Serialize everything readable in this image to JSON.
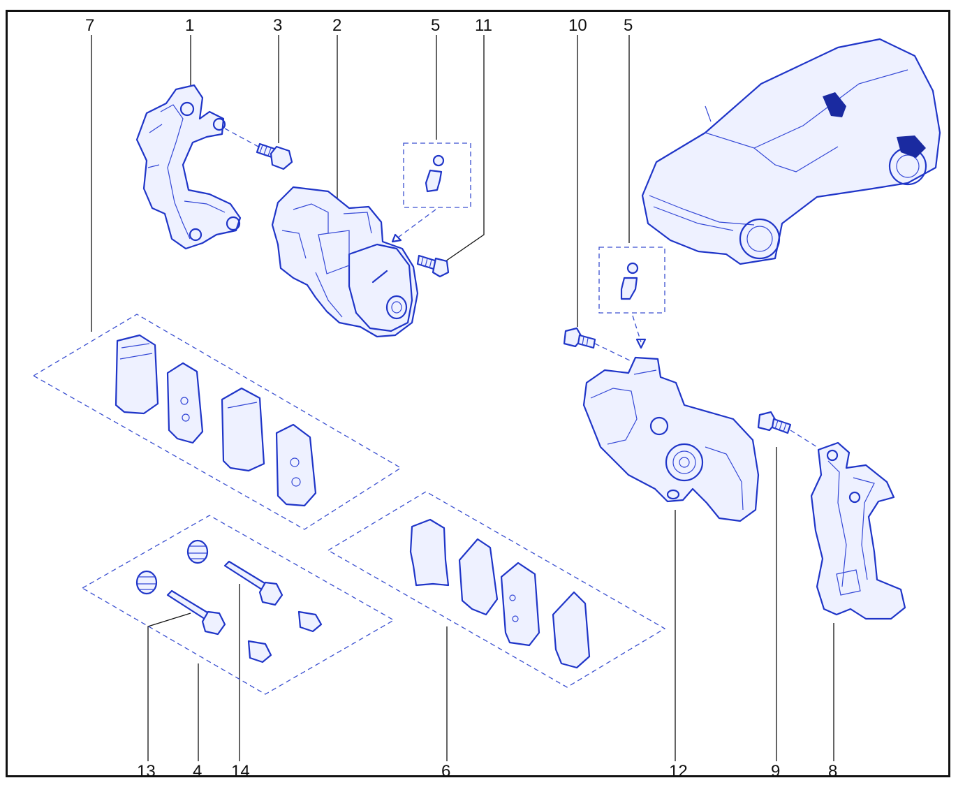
{
  "callouts": {
    "c1": "1",
    "c2": "2",
    "c3": "3",
    "c4": "4",
    "c5a": "5",
    "c5b": "5",
    "c6": "6",
    "c7": "7",
    "c8": "8",
    "c9": "9",
    "c10": "10",
    "c11": "11",
    "c12": "12",
    "c13": "13",
    "c14": "14"
  },
  "colors": {
    "line_art": "#1f35c8",
    "frame": "#111111"
  }
}
